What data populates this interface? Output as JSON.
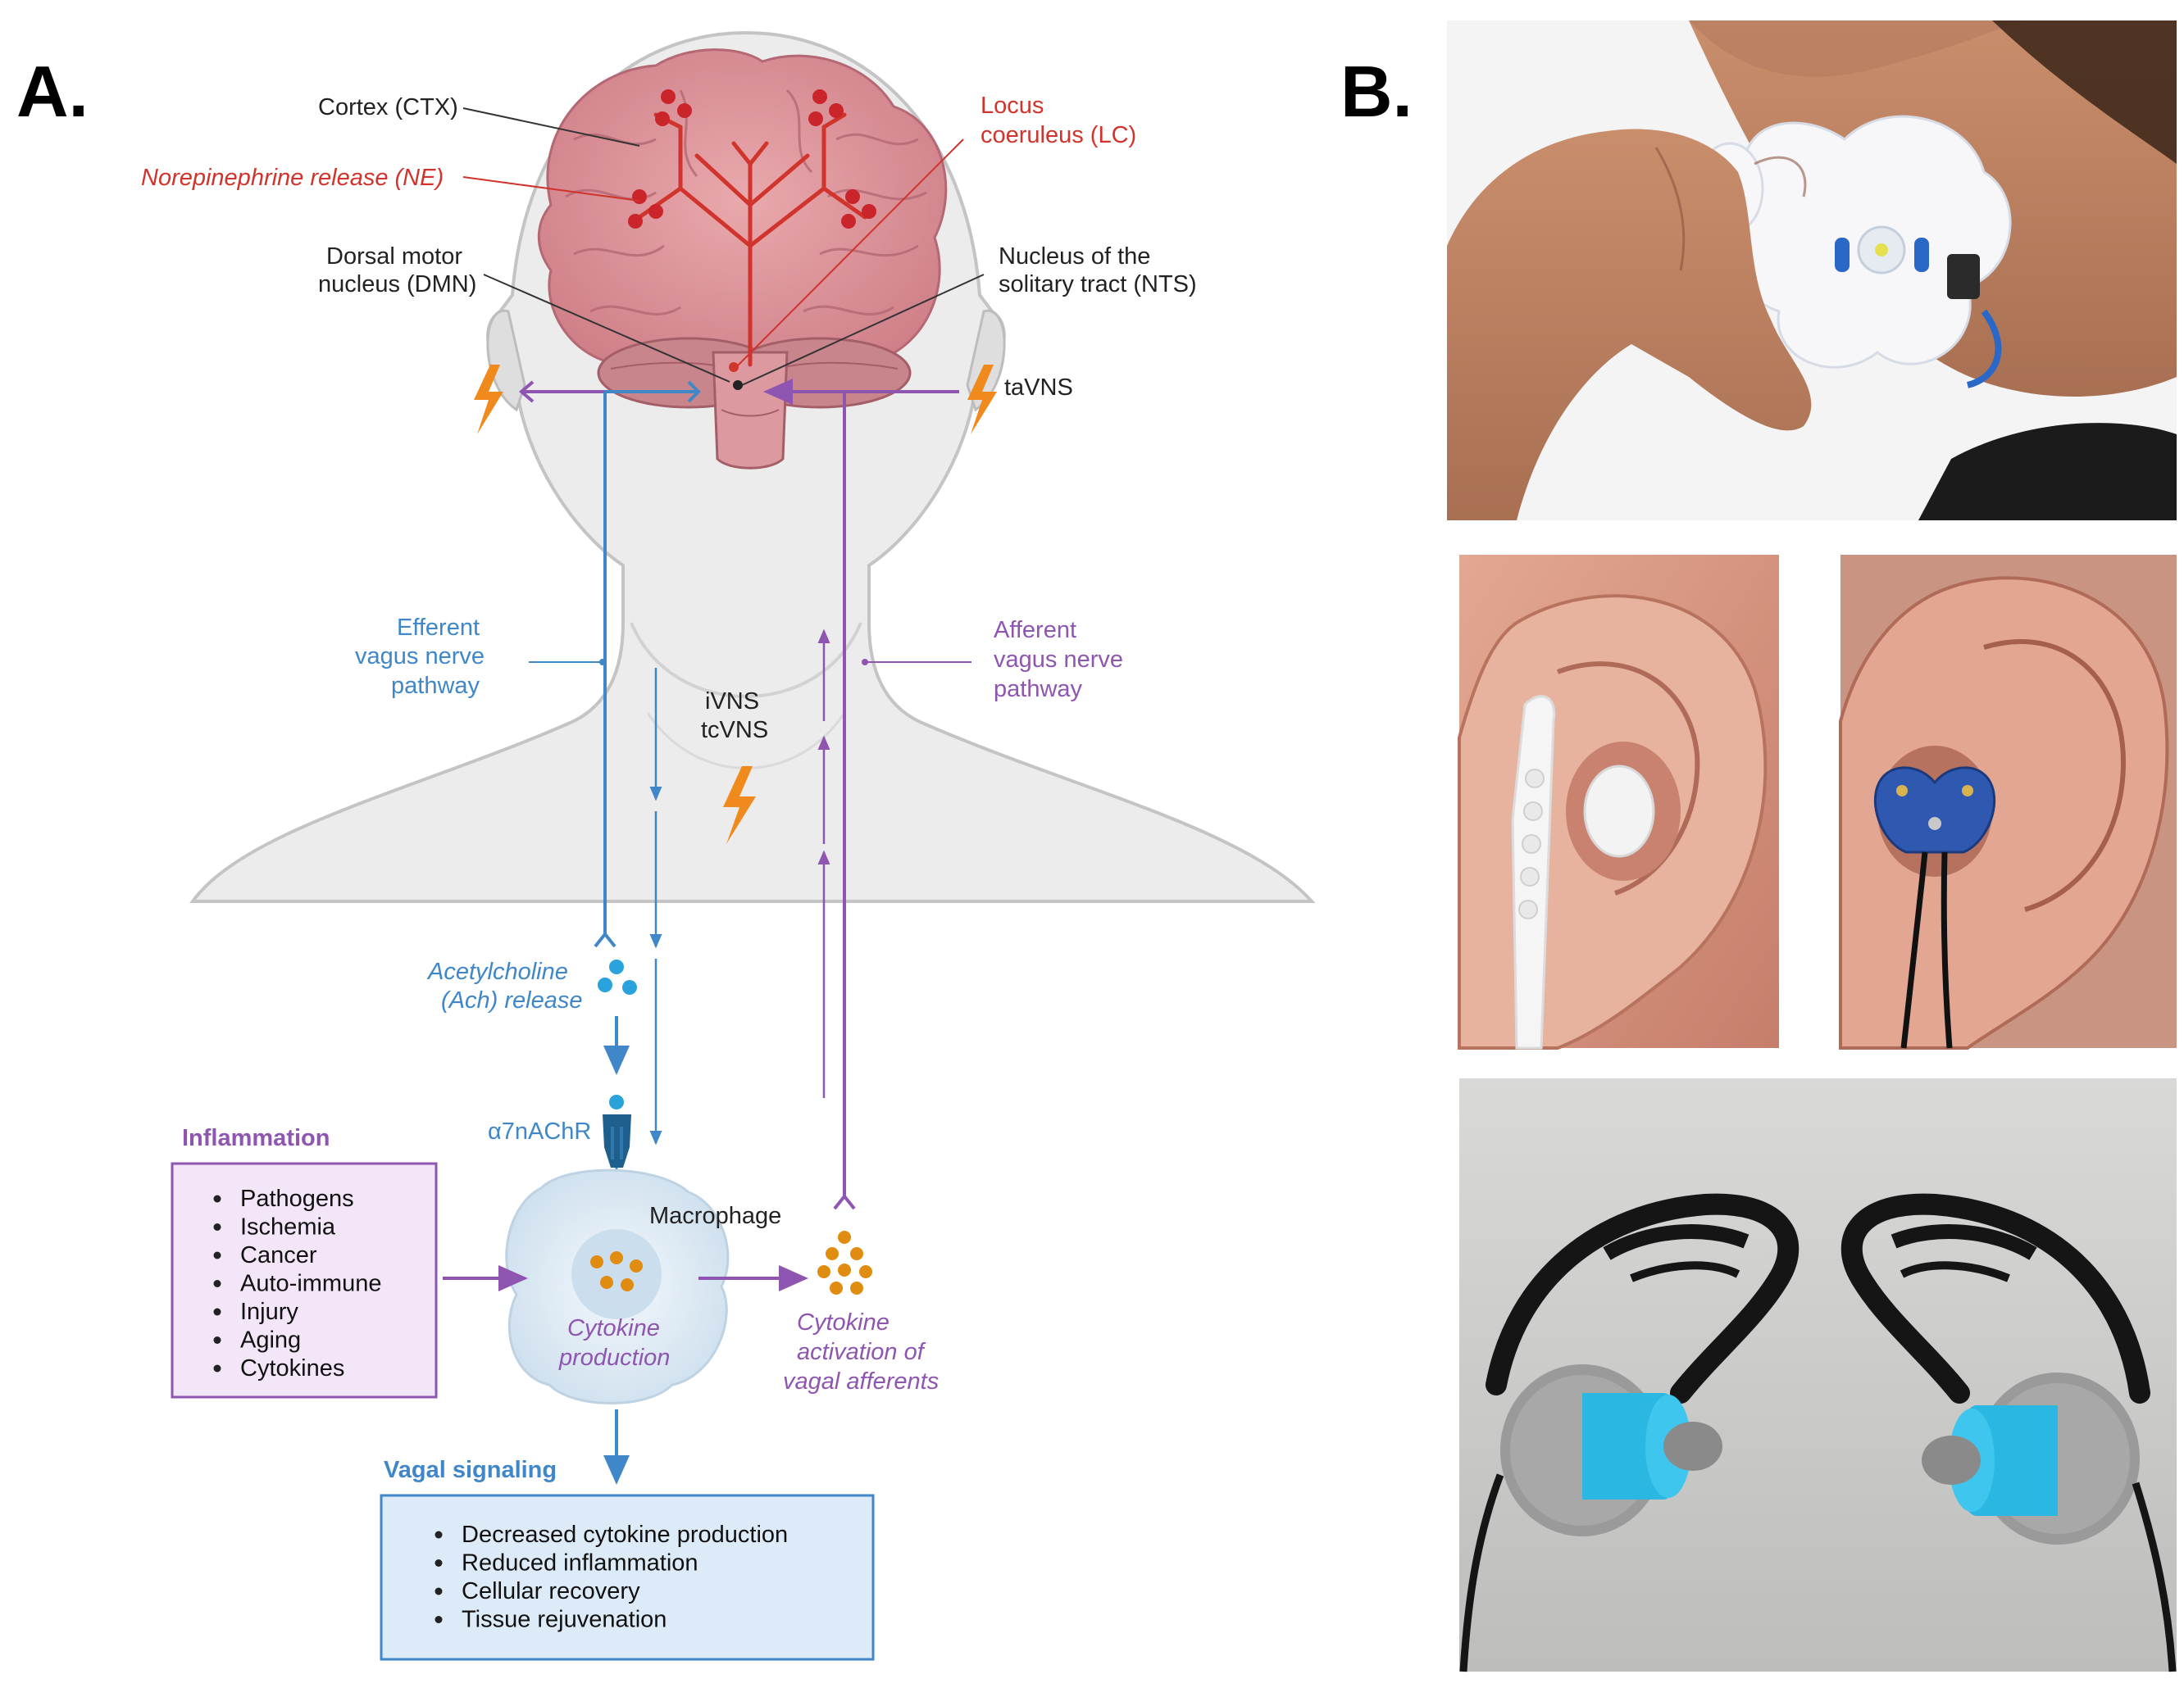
{
  "panels": {
    "a": "A.",
    "b": "B."
  },
  "brain": {
    "cortex": "Cortex (CTX)",
    "ne": "Norepinephrine release (NE)",
    "lc_1": "Locus",
    "lc_2": "coeruleus (LC)",
    "dmn_1": "Dorsal motor",
    "dmn_2": "nucleus (DMN)",
    "nts_1": "Nucleus of the",
    "nts_2": "solitary tract (NTS)",
    "tavns": "taVNS"
  },
  "pathways": {
    "efferent_1": "Efferent",
    "efferent_2": "vagus nerve",
    "efferent_3": "pathway",
    "afferent_1": "Afferent",
    "afferent_2": "vagus nerve",
    "afferent_3": "pathway",
    "ivns": "iVNS",
    "tcvns": "tcVNS"
  },
  "cells": {
    "ach_1": "Acetylcholine",
    "ach_2": "(Ach) release",
    "receptor": "α7nAChR",
    "macrophage": "Macrophage",
    "cyto_prod_1": "Cytokine",
    "cyto_prod_2": "production",
    "cyto_act_1": "Cytokine",
    "cyto_act_2": "activation of",
    "cyto_act_3": "vagal afferents"
  },
  "inflammation": {
    "title": "Inflammation",
    "items": [
      "Pathogens",
      "Ischemia",
      "Cancer",
      "Auto-immune",
      "Injury",
      "Aging",
      "Cytokines"
    ]
  },
  "vagal": {
    "title": "Vagal signaling",
    "items": [
      "Decreased cytokine production",
      "Reduced inflammation",
      "Cellular recovery",
      "Tissue rejuvenation"
    ]
  },
  "colors": {
    "efferent": "#3f87c8",
    "afferent": "#8e56b0",
    "lc_red": "#d0342c",
    "bolt": "#f08a1c",
    "cytokine": "#e08c10",
    "inflam_fill": "#f3e6f9",
    "vagal_fill": "#ddebf8"
  },
  "photos": {
    "top": "neck-device-photo",
    "mid_left": "ear-clip-photo",
    "mid_right": "ear-electrode-photo",
    "bottom": "earbud-photo"
  }
}
